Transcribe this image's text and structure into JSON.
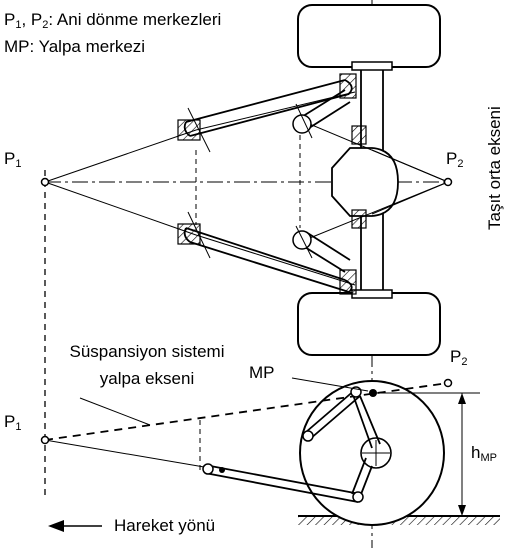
{
  "legend": {
    "line1_a": "P",
    "line1_a_sub": "1",
    "line1_sep": ", ",
    "line1_b": "P",
    "line1_b_sub": "2",
    "line1_text": ": Ani dönme merkezleri",
    "line2": "MP: Yalpa merkezi"
  },
  "labels": {
    "p1": "P",
    "p1_sub": "1",
    "p2": "P",
    "p2_sub": "2",
    "p1_low": "P",
    "p1_low_sub": "1",
    "p2_low": "P",
    "p2_low_sub": "2",
    "vehicle_axis": "Taşıt orta ekseni",
    "roll_axis_line1": "Süspansiyon sistemi",
    "roll_axis_line2": "yalpa ekseni",
    "mp": "MP",
    "hmp": "h",
    "hmp_sub": "MP",
    "direction": "Hareket yönü"
  }
}
